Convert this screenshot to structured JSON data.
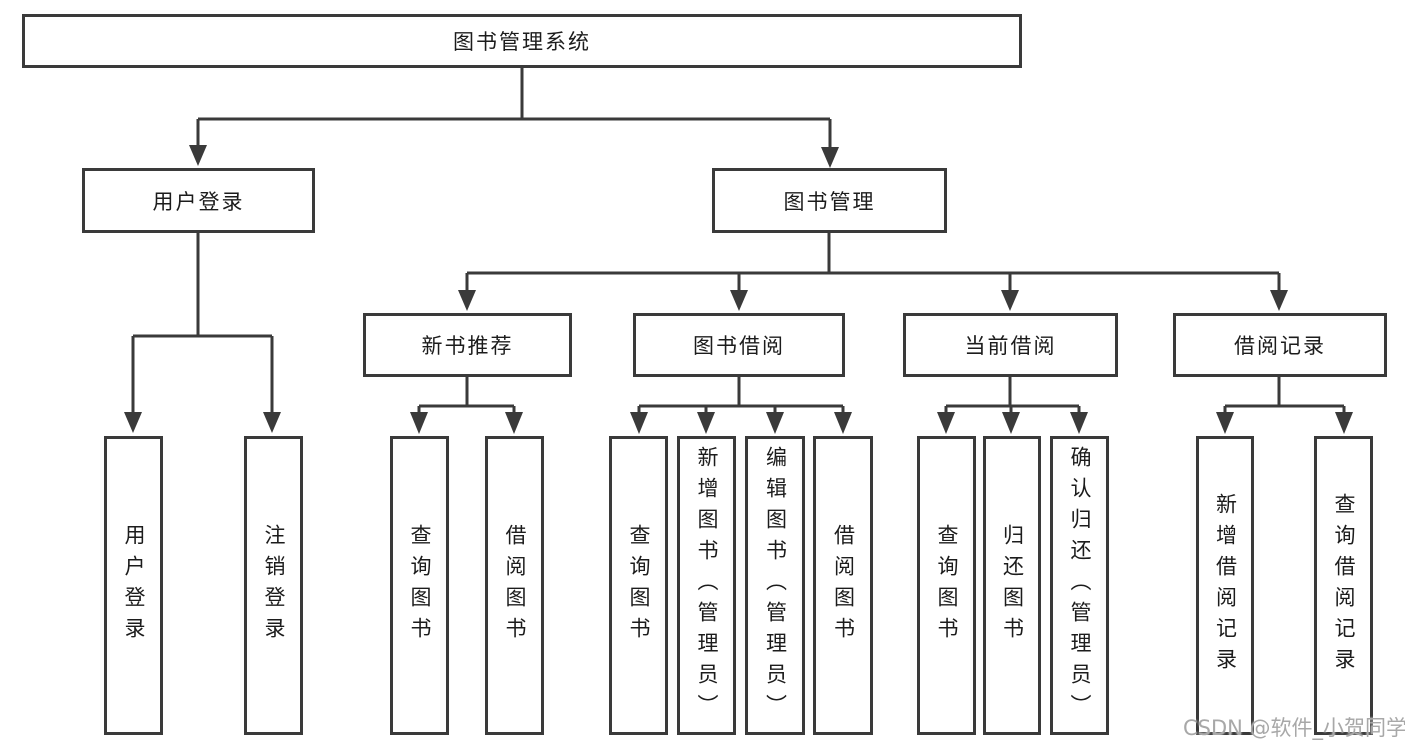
{
  "tree": {
    "label": "图书管理系统",
    "children": [
      {
        "label": "用户登录",
        "children": [
          {
            "label": "用户登录"
          },
          {
            "label": "注销登录"
          }
        ]
      },
      {
        "label": "图书管理",
        "children": [
          {
            "label": "新书推荐",
            "children": [
              {
                "label": "查询图书"
              },
              {
                "label": "借阅图书"
              }
            ]
          },
          {
            "label": "图书借阅",
            "children": [
              {
                "label": "查询图书"
              },
              {
                "label": "新增图书（管理员）"
              },
              {
                "label": "编辑图书（管理员）"
              },
              {
                "label": "借阅图书"
              }
            ]
          },
          {
            "label": "当前借阅",
            "children": [
              {
                "label": "查询图书"
              },
              {
                "label": "归还图书"
              },
              {
                "label": "确认归还（管理员）"
              }
            ]
          },
          {
            "label": "借阅记录",
            "children": [
              {
                "label": "新增借阅记录"
              },
              {
                "label": "查询借阅记录"
              }
            ]
          }
        ]
      }
    ]
  },
  "watermark": "CSDN @软件_小贺同学",
  "colors": {
    "line": "#3a3a3a",
    "text": "#1c1c1c",
    "watermark": "#a8a8a8",
    "background": "#ffffff"
  }
}
